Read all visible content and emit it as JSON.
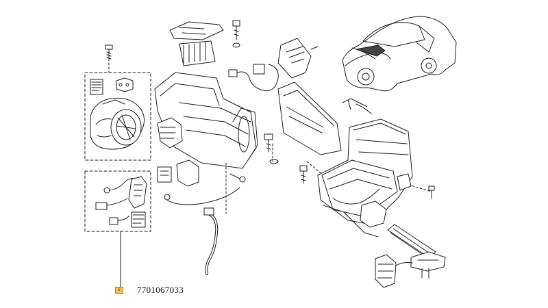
{
  "diagram": {
    "part_reference": "7701067033",
    "callout_marker": "6",
    "highlight_color": "#f3c35a",
    "line_color": "#1a1a1a",
    "components": [
      "screw",
      "blower-motor-module",
      "connector-harness",
      "heater-core",
      "evaporator-housing",
      "hvac-housing-assembly",
      "vehicle-outline",
      "control-module",
      "sensor-cable",
      "drain-hose",
      "pipe-assembly"
    ]
  }
}
